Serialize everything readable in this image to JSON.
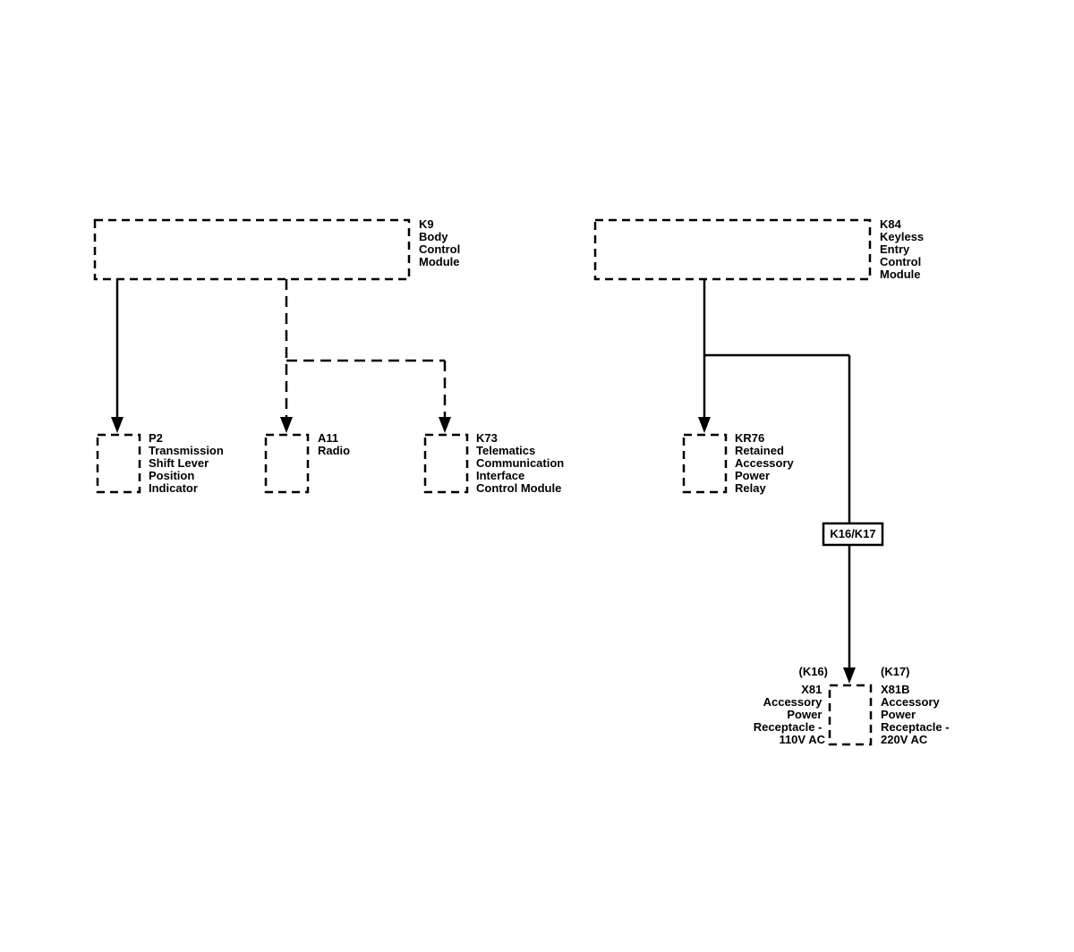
{
  "modules": {
    "k9": {
      "lines": [
        "K9",
        "Body",
        "Control",
        "Module"
      ]
    },
    "k84": {
      "lines": [
        "K84",
        "Keyless",
        "Entry",
        "Control",
        "Module"
      ]
    }
  },
  "components": {
    "p2": {
      "lines": [
        "P2",
        "Transmission",
        "Shift Lever",
        "Position",
        "Indicator"
      ]
    },
    "a11": {
      "lines": [
        "A11",
        "Radio"
      ]
    },
    "k73": {
      "lines": [
        "K73",
        "Telematics",
        "Communication",
        "Interface",
        "Control Module"
      ]
    },
    "kr76": {
      "lines": [
        "KR76",
        "Retained",
        "Accessory",
        "Power",
        "Relay"
      ]
    },
    "x81": {
      "option": "(K16)",
      "lines": [
        "X81",
        "Accessory",
        "Power",
        "Receptacle -",
        "110V AC"
      ]
    },
    "x81b": {
      "option": "(K17)",
      "lines": [
        "X81B",
        "Accessory",
        "Power",
        "Receptacle -",
        "220V AC"
      ]
    }
  },
  "splice": {
    "label": "K16/K17"
  }
}
